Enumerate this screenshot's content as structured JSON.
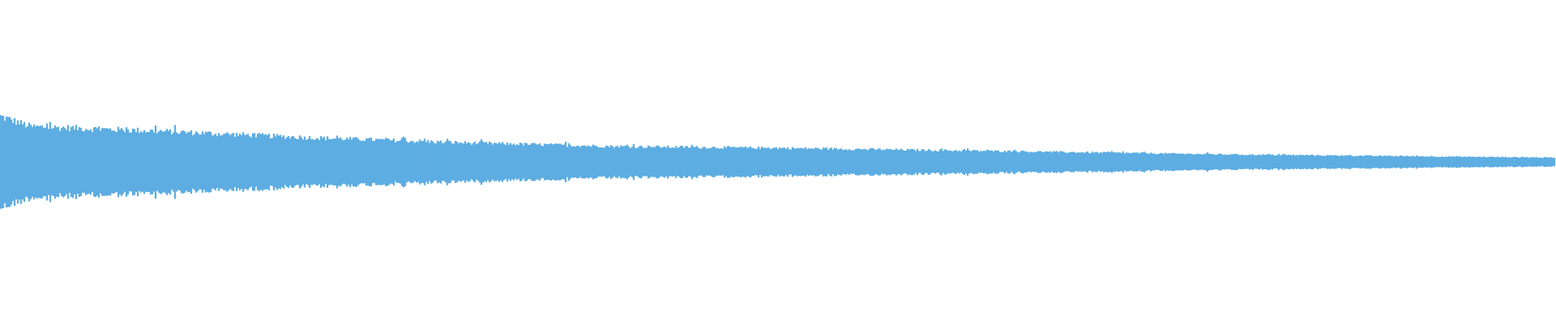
{
  "waveform": {
    "color": "#5dade2",
    "background": "#ffffff",
    "sample_count": 960,
    "envelope": {
      "description_points": [
        [
          0.0,
          0.62
        ],
        [
          0.02,
          0.48
        ],
        [
          0.1,
          0.42
        ],
        [
          0.2,
          0.33
        ],
        [
          0.3,
          0.26
        ],
        [
          0.4,
          0.21
        ],
        [
          0.5,
          0.19
        ],
        [
          0.6,
          0.16
        ],
        [
          0.7,
          0.13
        ],
        [
          0.8,
          0.1
        ],
        [
          0.9,
          0.08
        ],
        [
          1.0,
          0.06
        ]
      ]
    }
  }
}
